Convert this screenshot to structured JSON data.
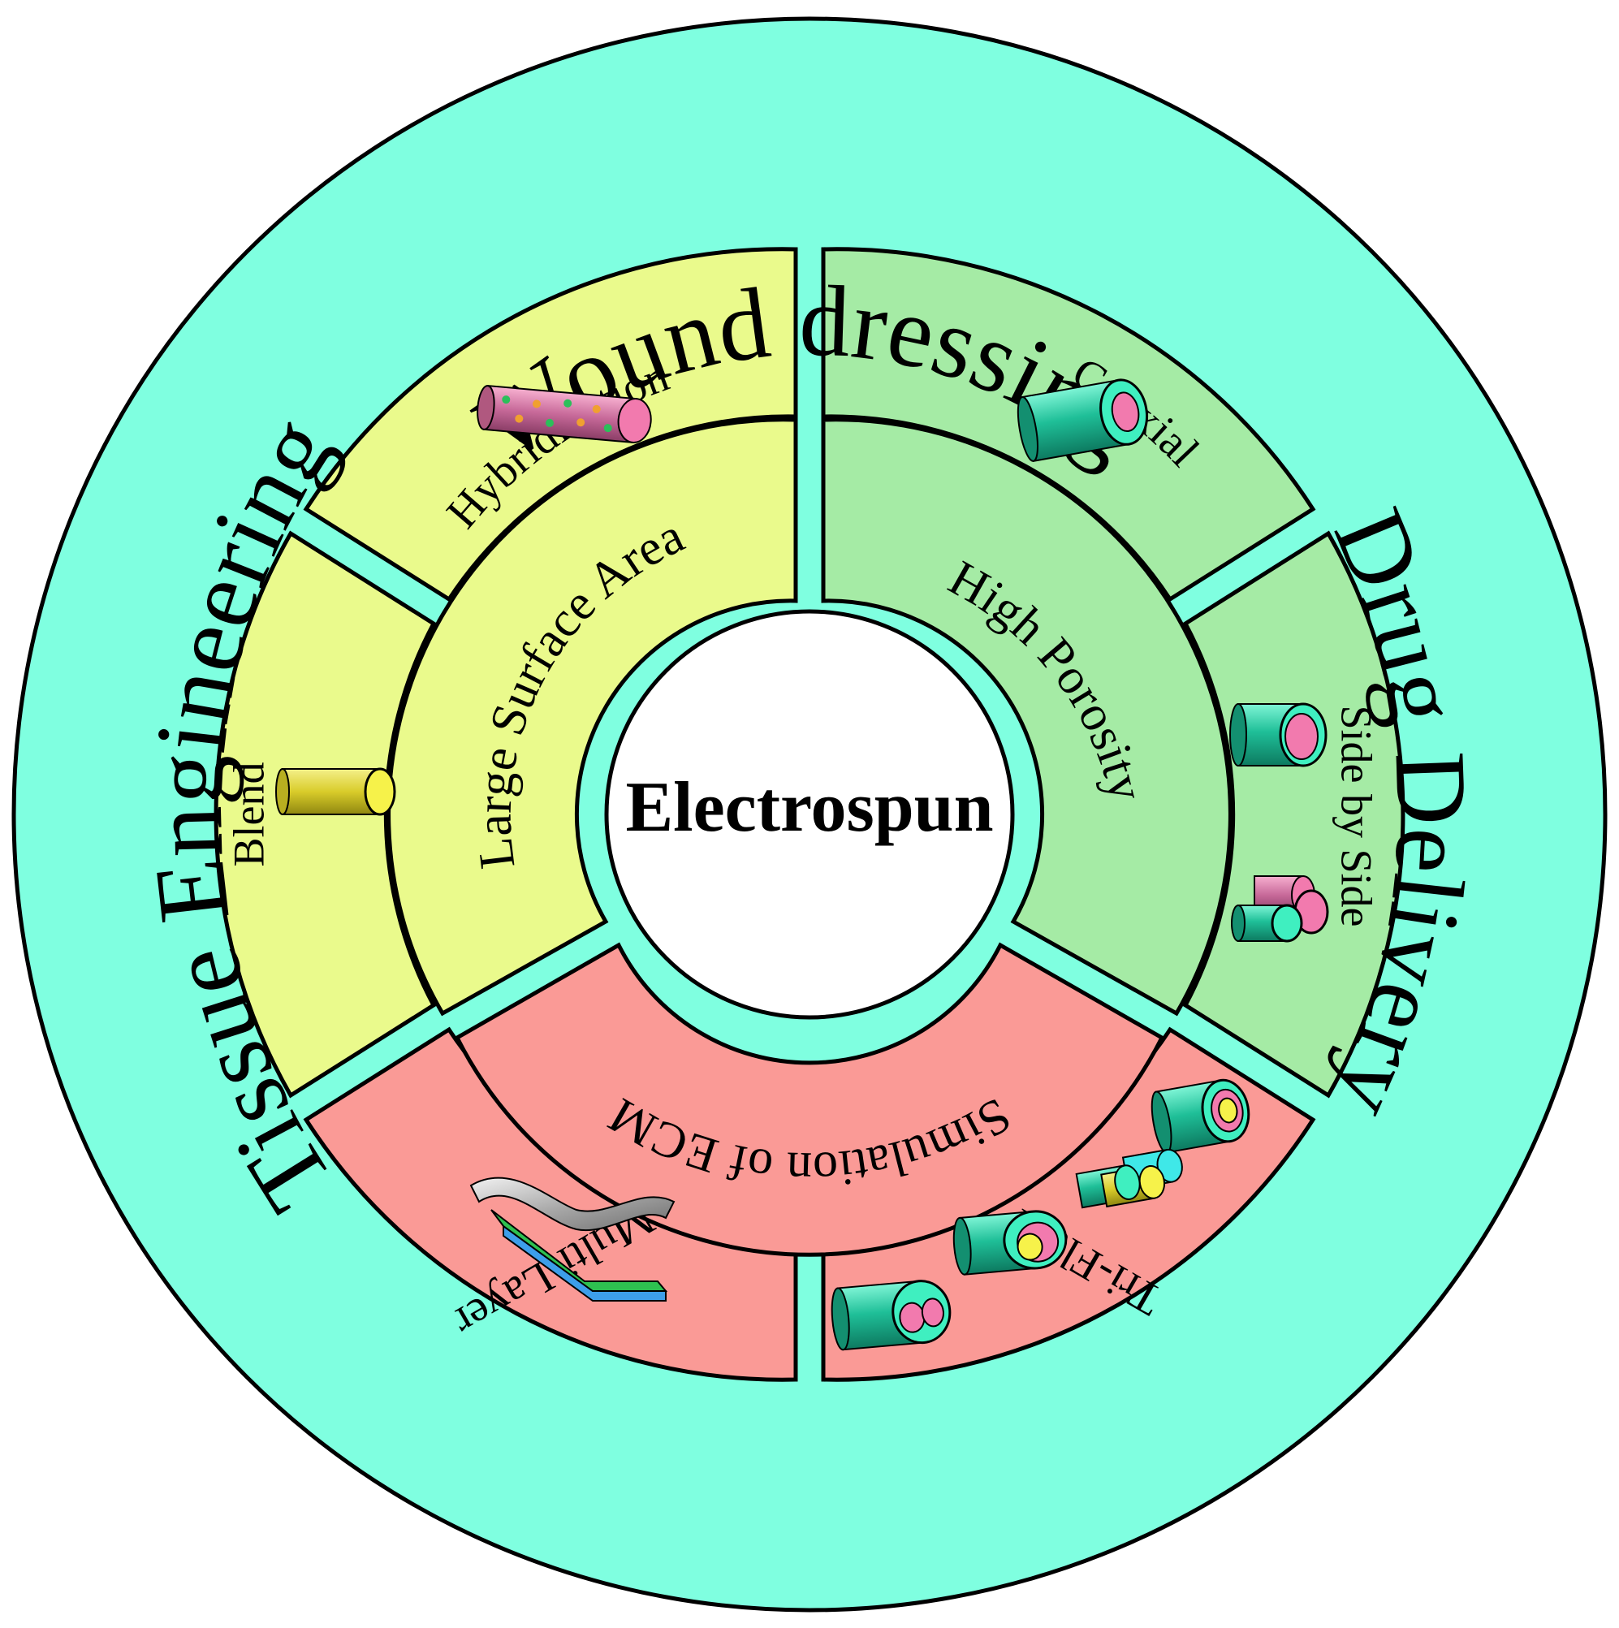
{
  "center": {
    "label": "Electrospun"
  },
  "applications": {
    "top": "Wound dressing",
    "left": "Tissue Engineering",
    "right": "Drug Delivery"
  },
  "properties": {
    "surface": "Large Surface Area",
    "porosity": "High Porosity",
    "ecm": "Simulation of ECM"
  },
  "methods": {
    "hybridization": "Hybridization",
    "blend": "Blend",
    "coaxial": "Coaxial",
    "side_by_side": "Side by Side",
    "tri_fluid": "Tri-Fluid",
    "multi_layer": "Multi-Layer"
  },
  "colors": {
    "outer_ring": "#7FFFE0",
    "yellow_sector": "#EAFA8C",
    "green_sector": "#A5EBA5",
    "red_sector": "#FA9A96",
    "fiber_teal": "#1FBF98",
    "fiber_pink": "#F27AAE",
    "fiber_yellow": "#F6F24A",
    "fiber_cyan": "#3FE8E8"
  },
  "icons": [
    "hybrid-fiber-icon",
    "blend-fiber-icon",
    "coaxial-fiber-icon",
    "side-by-side-fiber-icon",
    "tri-fluid-fiber-icon",
    "multi-layer-sheet-icon"
  ]
}
